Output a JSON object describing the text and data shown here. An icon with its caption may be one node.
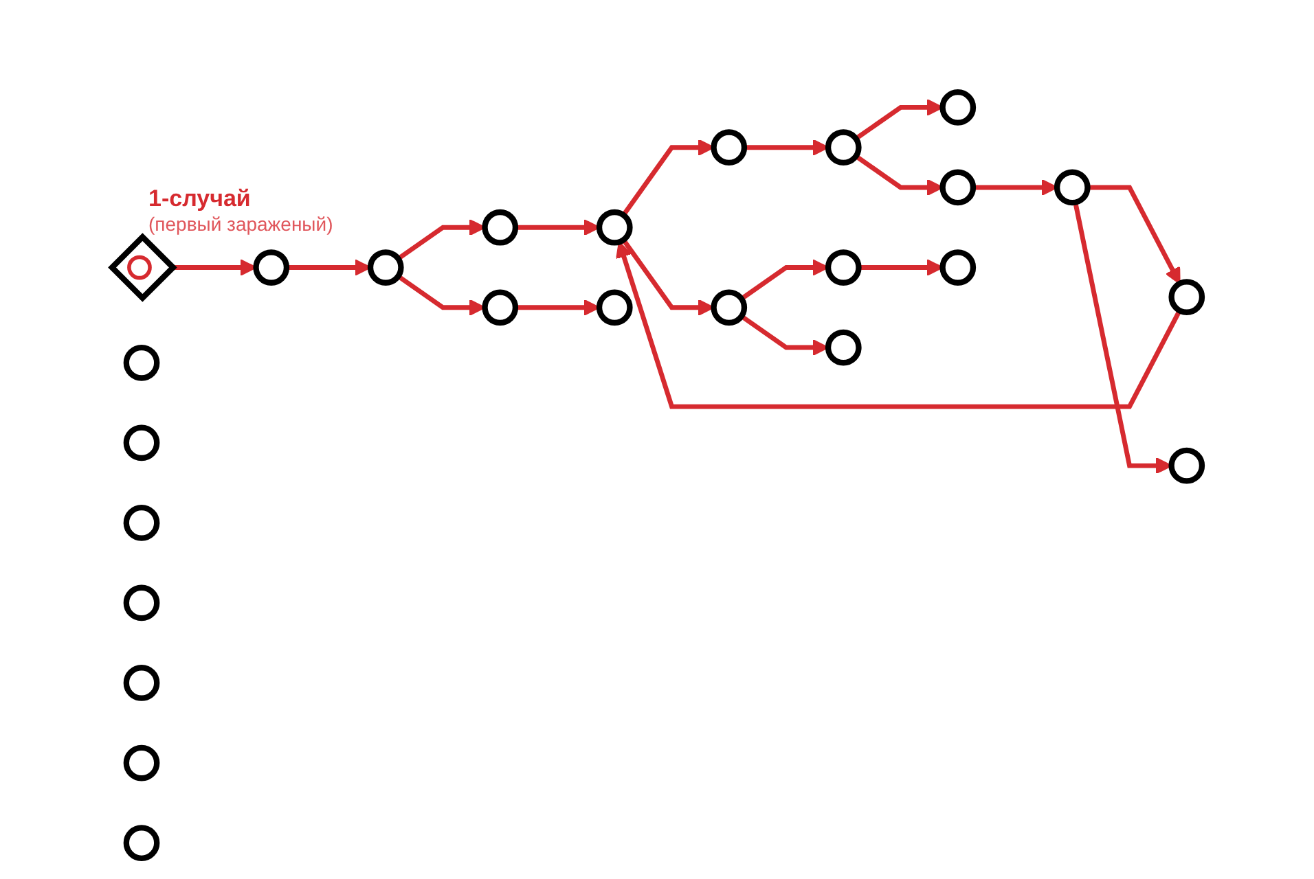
{
  "diagram": {
    "nodes": [
      {
        "text": [],
        "shape": "diamond",
        "beside": [
          "1-случай",
          "(первый зараженый)"
        ]
      },
      {
        "text": [],
        "shape": "circle"
      },
      {
        "text": [],
        "shape": "circle"
      },
      {
        "text": [],
        "shape": "circle"
      },
      {
        "text": [],
        "shape": "circle"
      },
      {
        "text": [],
        "shape": "circle"
      },
      {
        "text": [],
        "shape": "circle"
      },
      {
        "text": [],
        "shape": "circle"
      },
      {
        "text": [],
        "shape": "circle"
      },
      {
        "text": [],
        "shape": "circle"
      },
      {
        "text": [],
        "shape": "circle"
      },
      {
        "text": [],
        "shape": "circle"
      },
      {
        "text": [],
        "shape": "circle"
      },
      {
        "text": [],
        "shape": "circle"
      },
      {
        "text": [],
        "shape": "circle"
      },
      {
        "text": [],
        "shape": "circle"
      },
      {
        "text": [],
        "shape": "circle"
      },
      {
        "text": [],
        "shape": "circle"
      },
      {
        "text": [],
        "shape": "circle"
      },
      {
        "text": [],
        "shape": "circle"
      },
      {
        "text": [],
        "shape": "circle"
      },
      {
        "text": [],
        "shape": "circle"
      },
      {
        "text": [],
        "shape": "circle"
      },
      {
        "text": [],
        "shape": "circle"
      },
      {
        "text": [],
        "shape": "circle"
      }
    ],
    "edges": [
      {
        "from": 0,
        "to": 5,
        "arrow": "to"
      },
      {
        "from": 5,
        "to": 10,
        "arrow": "to"
      },
      {
        "from": 10,
        "to": 8,
        "arrow": "to"
      },
      {
        "from": 10,
        "to": 9,
        "arrow": "to"
      },
      {
        "from": 8,
        "to": 14,
        "arrow": "to"
      },
      {
        "from": 9,
        "to": 12,
        "arrow": "to"
      },
      {
        "from": 12,
        "to": 6,
        "arrow": "to"
      },
      {
        "from": 6,
        "to": 4,
        "arrow": "to"
      },
      {
        "from": 4,
        "to": 1,
        "arrow": "to"
      },
      {
        "from": 4,
        "to": 7,
        "arrow": "to"
      },
      {
        "from": 7,
        "to": 13,
        "arrow": "to"
      },
      {
        "from": 13,
        "to": 11,
        "arrow": "to"
      },
      {
        "from": 13,
        "to": 19,
        "arrow": "to"
      },
      {
        "from": 11,
        "to": 12,
        "arrow": "to"
      },
      {
        "from": 12,
        "to": 15,
        "arrow": "to"
      },
      {
        "from": 15,
        "to": 21,
        "arrow": "to"
      },
      {
        "from": 15,
        "to": 18,
        "arrow": "to"
      },
      {
        "from": 18,
        "to": 24,
        "arrow": "to"
      }
    ]
  }
}
